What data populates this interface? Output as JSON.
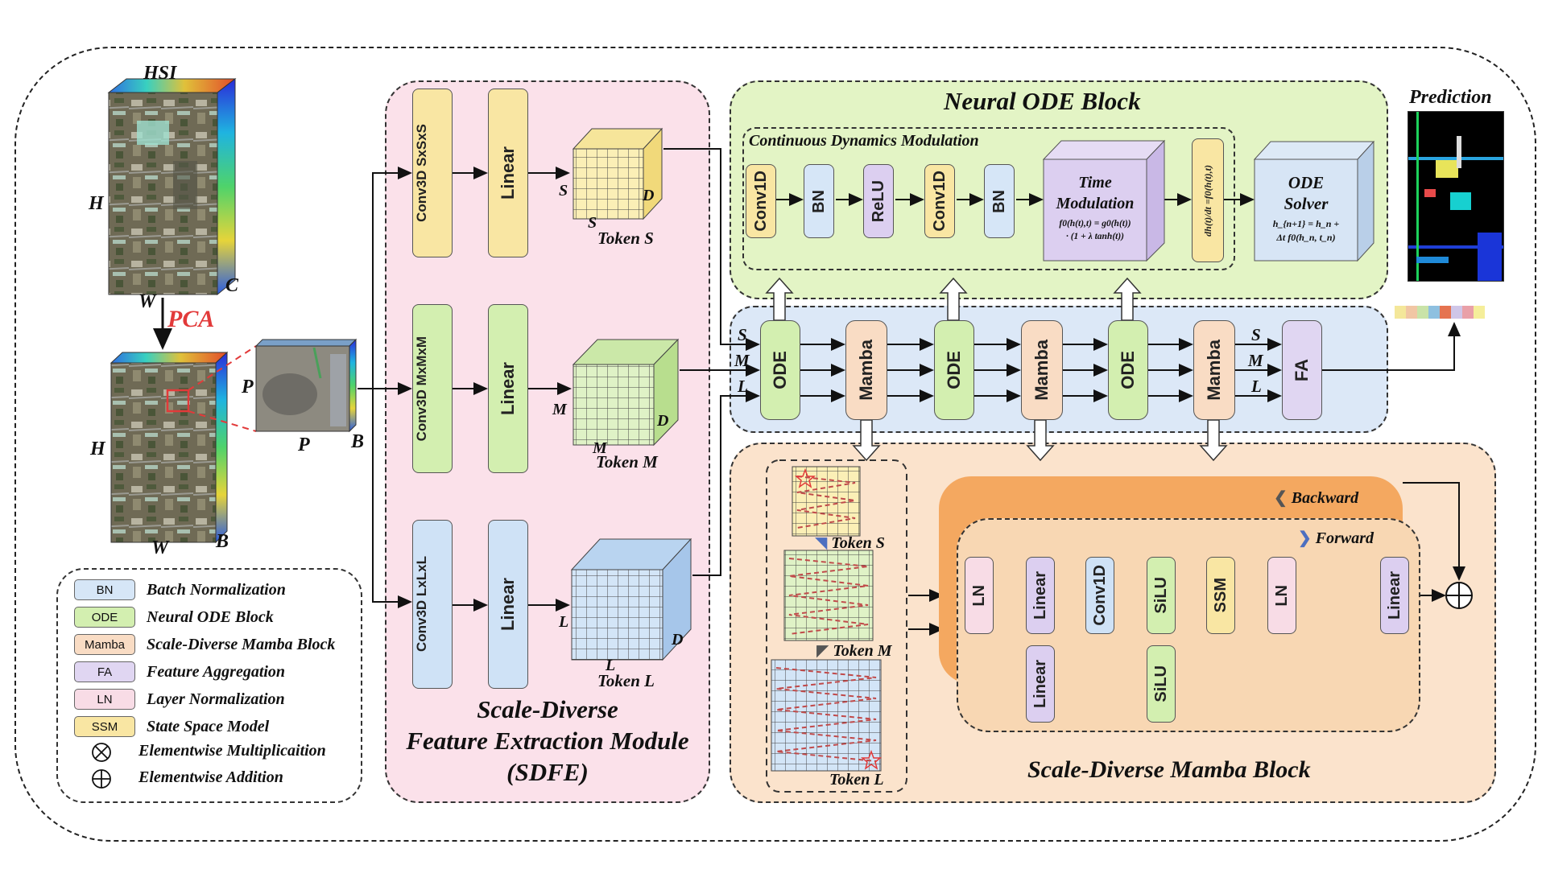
{
  "input": {
    "hsi_label": "HSI",
    "dim_h": "H",
    "dim_w": "W",
    "dim_c": "C",
    "dim_b": "B",
    "dim_p": "P",
    "pca_label": "PCA"
  },
  "sdfe": {
    "title_line1": "Scale-Diverse",
    "title_line2": "Feature Extraction Module",
    "title_line3": "(SDFE)",
    "conv_s": "Conv3D SxSxS",
    "conv_m": "Conv3D MxMxM",
    "conv_l": "Conv3D LxLxL",
    "linear": "Linear",
    "token_s": "Token S",
    "token_m": "Token M",
    "token_l": "Token L",
    "dim_s": "S",
    "dim_m": "M",
    "dim_l": "L",
    "dim_d": "D"
  },
  "ode_block": {
    "title": "Neural ODE Block",
    "cdm_title": "Continuous Dynamics  Modulation",
    "conv1d": "Conv1D",
    "bn": "BN",
    "relu": "ReLU",
    "time_mod_title_1": "Time",
    "time_mod_title_2": "Modulation",
    "time_mod_eq_1": "f0(h(t),t) = g0(h(t))",
    "time_mod_eq_2": "· (1 + λ tanh(t))",
    "dh_eq": "dh(t)/dt =f0(h(t),t)",
    "solver_title_1": "ODE",
    "solver_title_2": "Solver",
    "solver_eq_1": "h_{n+1} = h_n +",
    "solver_eq_2": "Δt f0(h_n, t_n)"
  },
  "backbone": {
    "ode": "ODE",
    "mamba": "Mamba",
    "fa": "FA",
    "s": "S",
    "m": "M",
    "l": "L"
  },
  "prediction": {
    "label": "Prediction"
  },
  "mamba_block": {
    "title": "Scale-Diverse Mamba Block",
    "backward": "Backward",
    "forward": "Forward",
    "ln": "LN",
    "linear": "Linear",
    "conv1d": "Conv1D",
    "silu": "SiLU",
    "ssm": "SSM",
    "token_s": "Token S",
    "token_m": "Token M",
    "token_l": "Token L"
  },
  "legend": {
    "items": [
      {
        "key": "BN",
        "text": "Batch Normalization",
        "color": "#d6e6f7"
      },
      {
        "key": "ODE",
        "text": "Neural ODE Block",
        "color": "#d3efb0"
      },
      {
        "key": "Mamba",
        "text": "Scale-Diverse Mamba Block",
        "color": "#f9dcc4"
      },
      {
        "key": "FA",
        "text": "Feature Aggregation",
        "color": "#e0d6f2"
      },
      {
        "key": "LN",
        "text": "Layer Normalization",
        "color": "#f8dce6"
      },
      {
        "key": "SSM",
        "text": "State Space Model",
        "color": "#f9e6a3"
      }
    ],
    "mul_text": "Elementwise Multiplicaition",
    "add_text": "Elementwise Addition"
  },
  "colors": {
    "sdfe_bg": "#fbe1ea",
    "ode_bg": "#e3f4c5",
    "backbone_bg": "#dce8f7",
    "mamba_bg": "#fbe3cc",
    "backward_bg": "#f4a860",
    "forward_bg": "#f8d7b3",
    "pca_red": "#e23a3a"
  }
}
